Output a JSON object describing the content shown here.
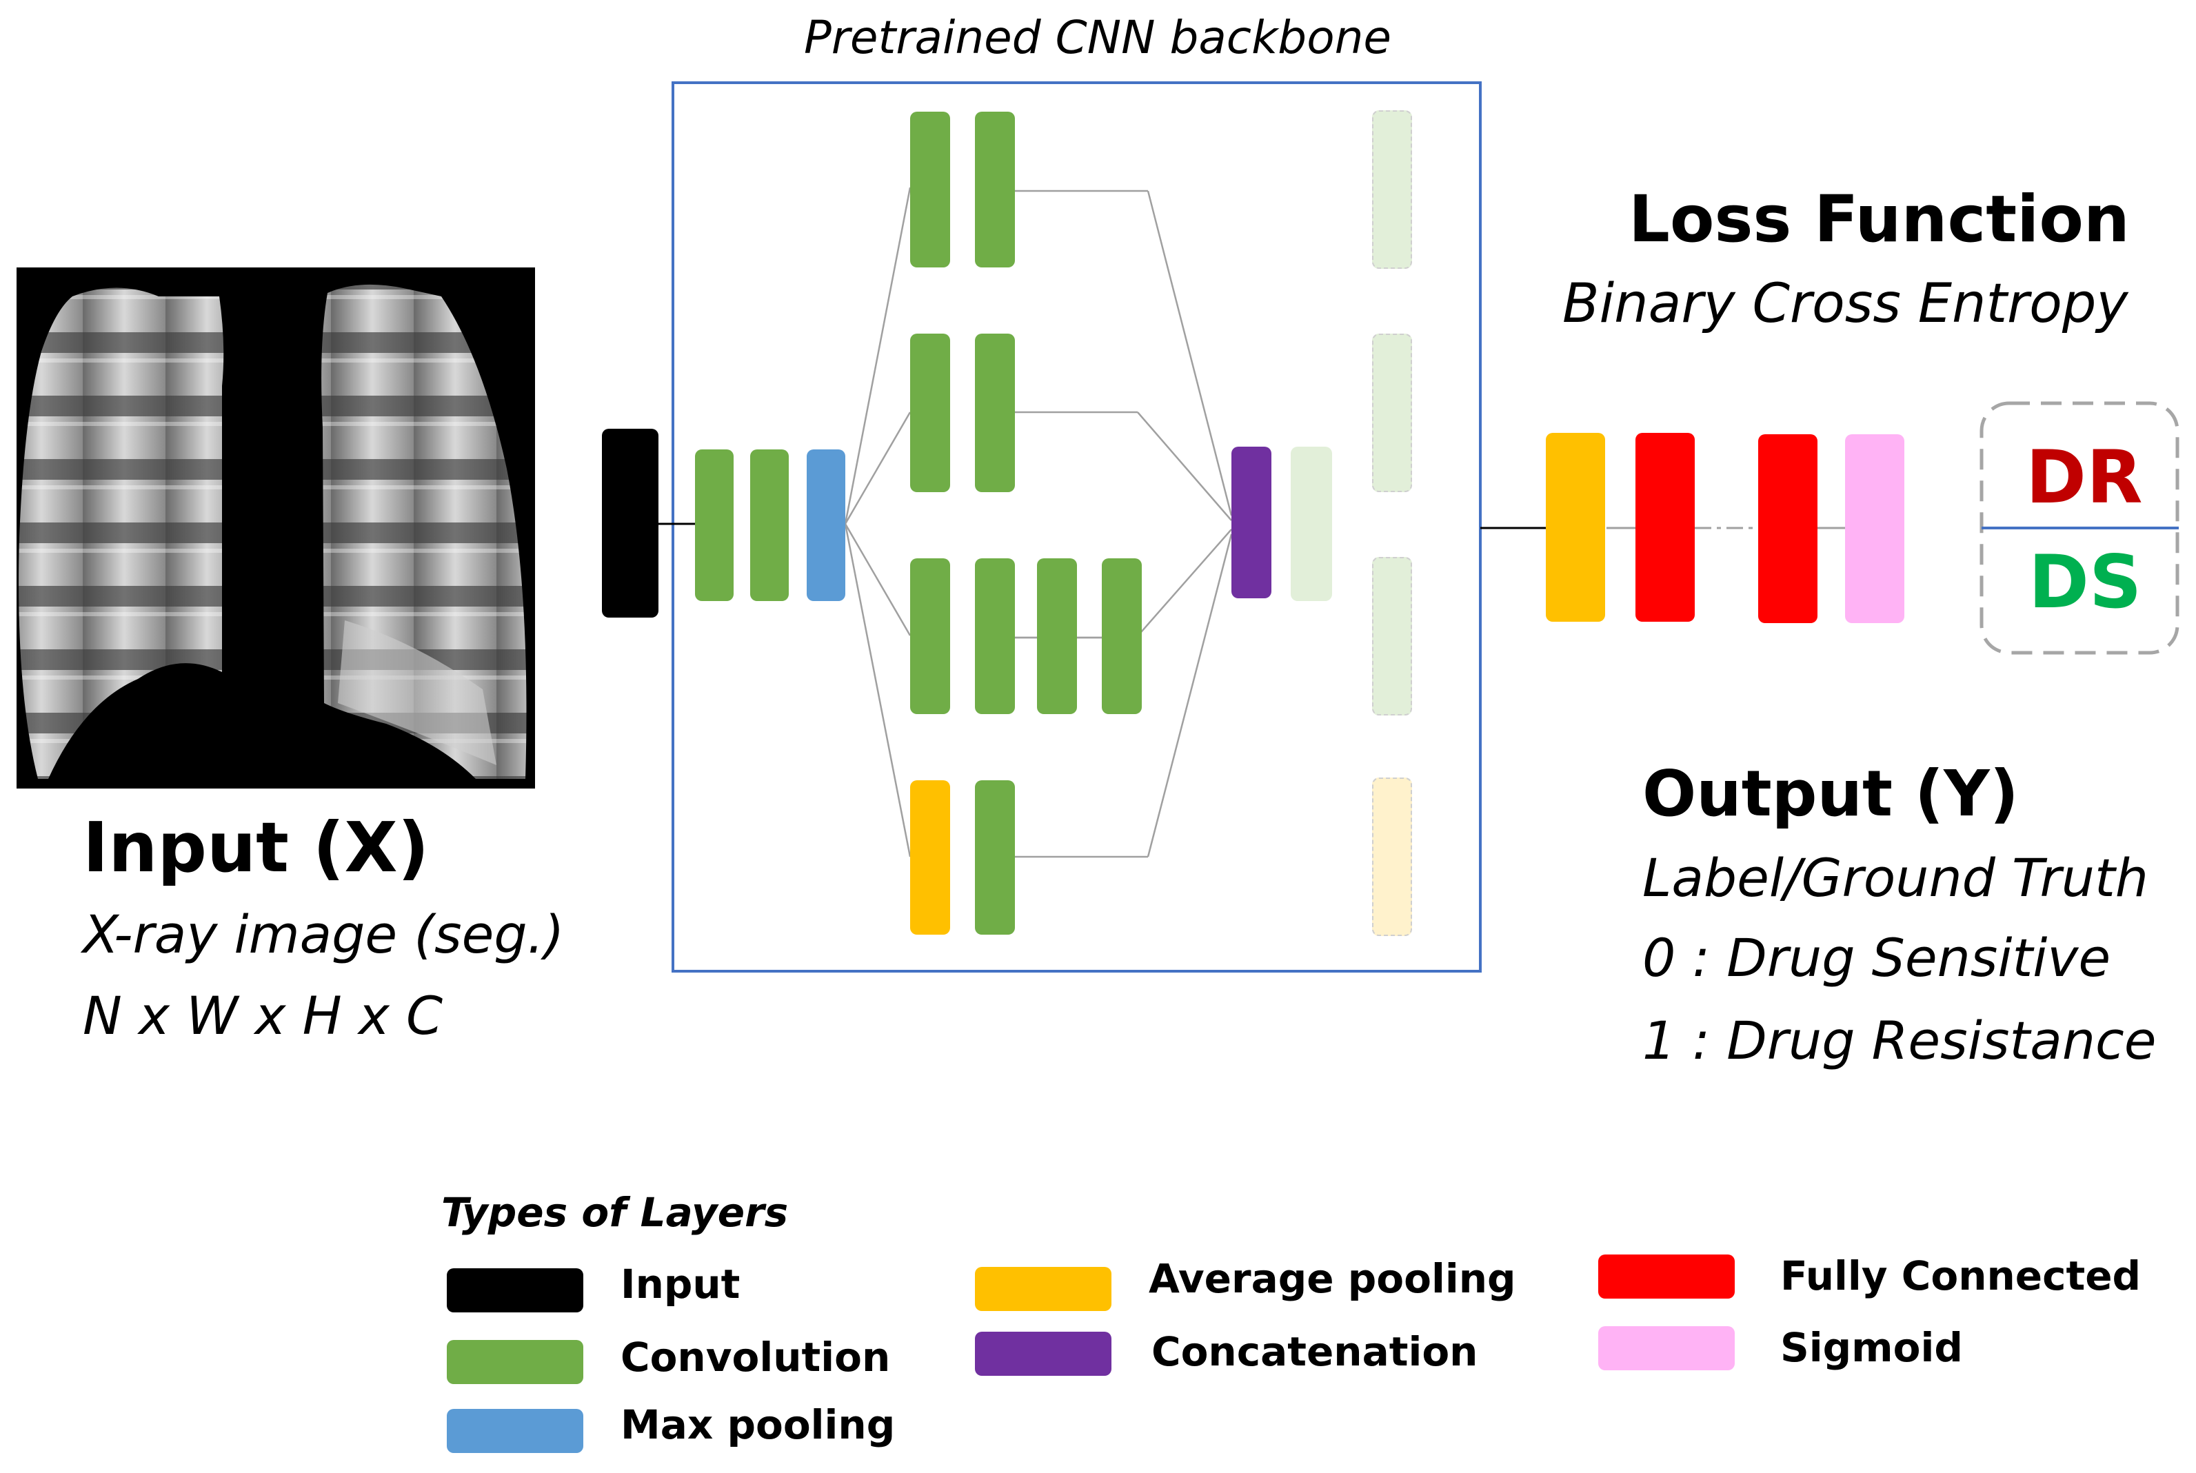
{
  "input": {
    "title": "Input (X)",
    "description": "X-ray image (seg.)",
    "shape": "N x W x H x C"
  },
  "backbone": {
    "title": "Pretrained CNN backbone"
  },
  "loss": {
    "title": "Loss Function",
    "subtitle": "Binary Cross Entropy"
  },
  "output": {
    "title": "Output (Y)",
    "line1": "Label/Ground Truth",
    "line2": "0 :  Drug Sensitive",
    "line3": "1 : Drug Resistance",
    "class_top": "DR",
    "class_bottom": "DS",
    "class_top_color": "#c00000",
    "class_bottom_color": "#00b050"
  },
  "legend": {
    "title": "Types of Layers",
    "items": [
      {
        "label": "Input",
        "color": "#000000"
      },
      {
        "label": "Convolution",
        "color": "#70ad47"
      },
      {
        "label": "Max pooling",
        "color": "#5b9bd5"
      },
      {
        "label": "Average pooling",
        "color": "#ffc000"
      },
      {
        "label": "Concatenation",
        "color": "#7030a0"
      },
      {
        "label": "Fully Connected",
        "color": "#ff0000"
      },
      {
        "label": "Sigmoid",
        "color": "#ffb3f5"
      }
    ]
  }
}
